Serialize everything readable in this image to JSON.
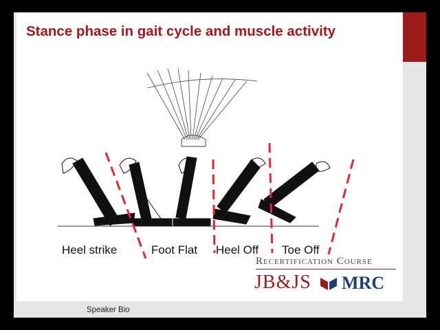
{
  "slide": {
    "title": "Stance phase in gait cycle and muscle activity",
    "phases": [
      "Heel strike",
      "Foot Flat",
      "Heel Off",
      "Toe Off"
    ]
  },
  "logo": {
    "course": "Recertification Course",
    "jbjs": "JB&JS",
    "mrc": "MRC"
  },
  "footer": {
    "speaker_bio": "Speaker Bio"
  },
  "colors": {
    "title_red": "#a3171d",
    "brand_red": "#9b1b1b",
    "brand_blue": "#1f3e73",
    "dash_red": "#e0282e"
  }
}
